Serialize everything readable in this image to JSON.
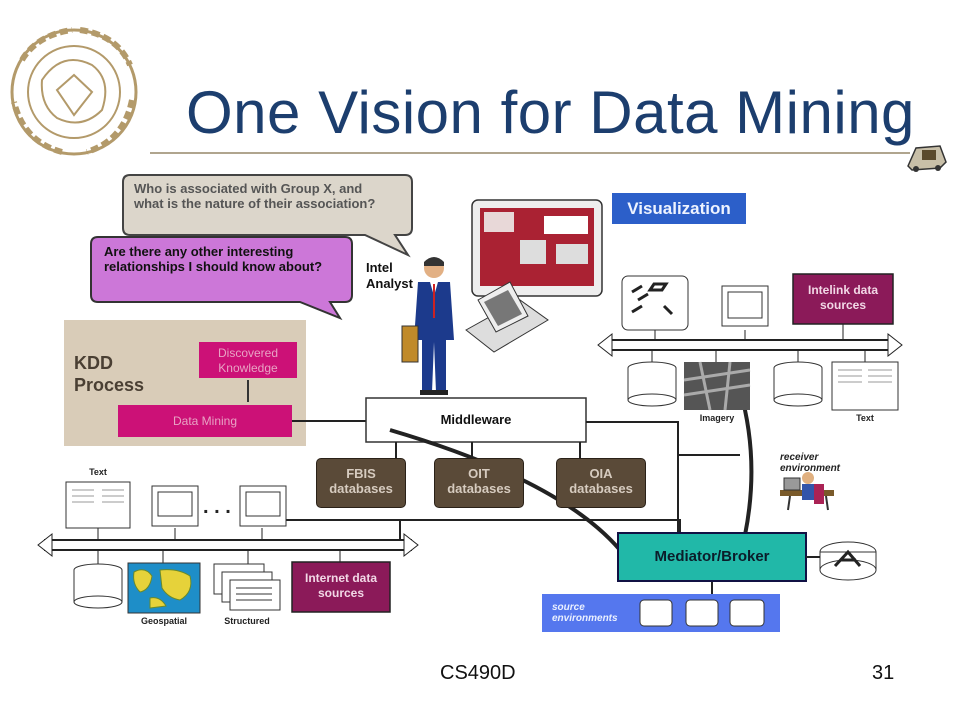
{
  "title": "One Vision for Data Mining",
  "footer": {
    "course": "CS490D",
    "page": "31"
  },
  "bubbles": {
    "group_question": "Who is associated with Group X, and what is the nature of their association?",
    "relationships_question": "Are there any other interesting relationships I should know about?"
  },
  "analyst_label": "Intel Analyst",
  "visualization_label": "Visualization",
  "kdd": {
    "label": "KDD Process",
    "discovered_knowledge": "Discovered Knowledge",
    "data_mining": "Data Mining"
  },
  "middleware_label": "Middleware",
  "databases": [
    {
      "name": "FBIS",
      "sub": "databases"
    },
    {
      "name": "OIT",
      "sub": "databases"
    },
    {
      "name": "OIA",
      "sub": "databases"
    }
  ],
  "intelink_label": "Intelink data sources",
  "internet_label": "Internet data sources",
  "captions": {
    "imagery": "Imagery",
    "text_right": "Text",
    "text_left": "Text",
    "geospatial": "Geospatial",
    "structured": "Structured",
    "ellipsis": ". . ."
  },
  "receiver_label": "receiver environment",
  "mediator_label": "Mediator/Broker",
  "source_label": "source environments",
  "colors": {
    "title": "#1c3e6e",
    "bubble_gray": "#dcd6cb",
    "bubble_purple": "#cc77d8",
    "kdd_panel": "#d9ccb8",
    "magenta_box": "#cc1177",
    "maroon_box": "#8b1a59",
    "db_brown": "#5a4a38",
    "mediator_teal": "#21b8a8",
    "source_blue": "#5577ee",
    "visualization_blue": "#2c5fc9"
  }
}
